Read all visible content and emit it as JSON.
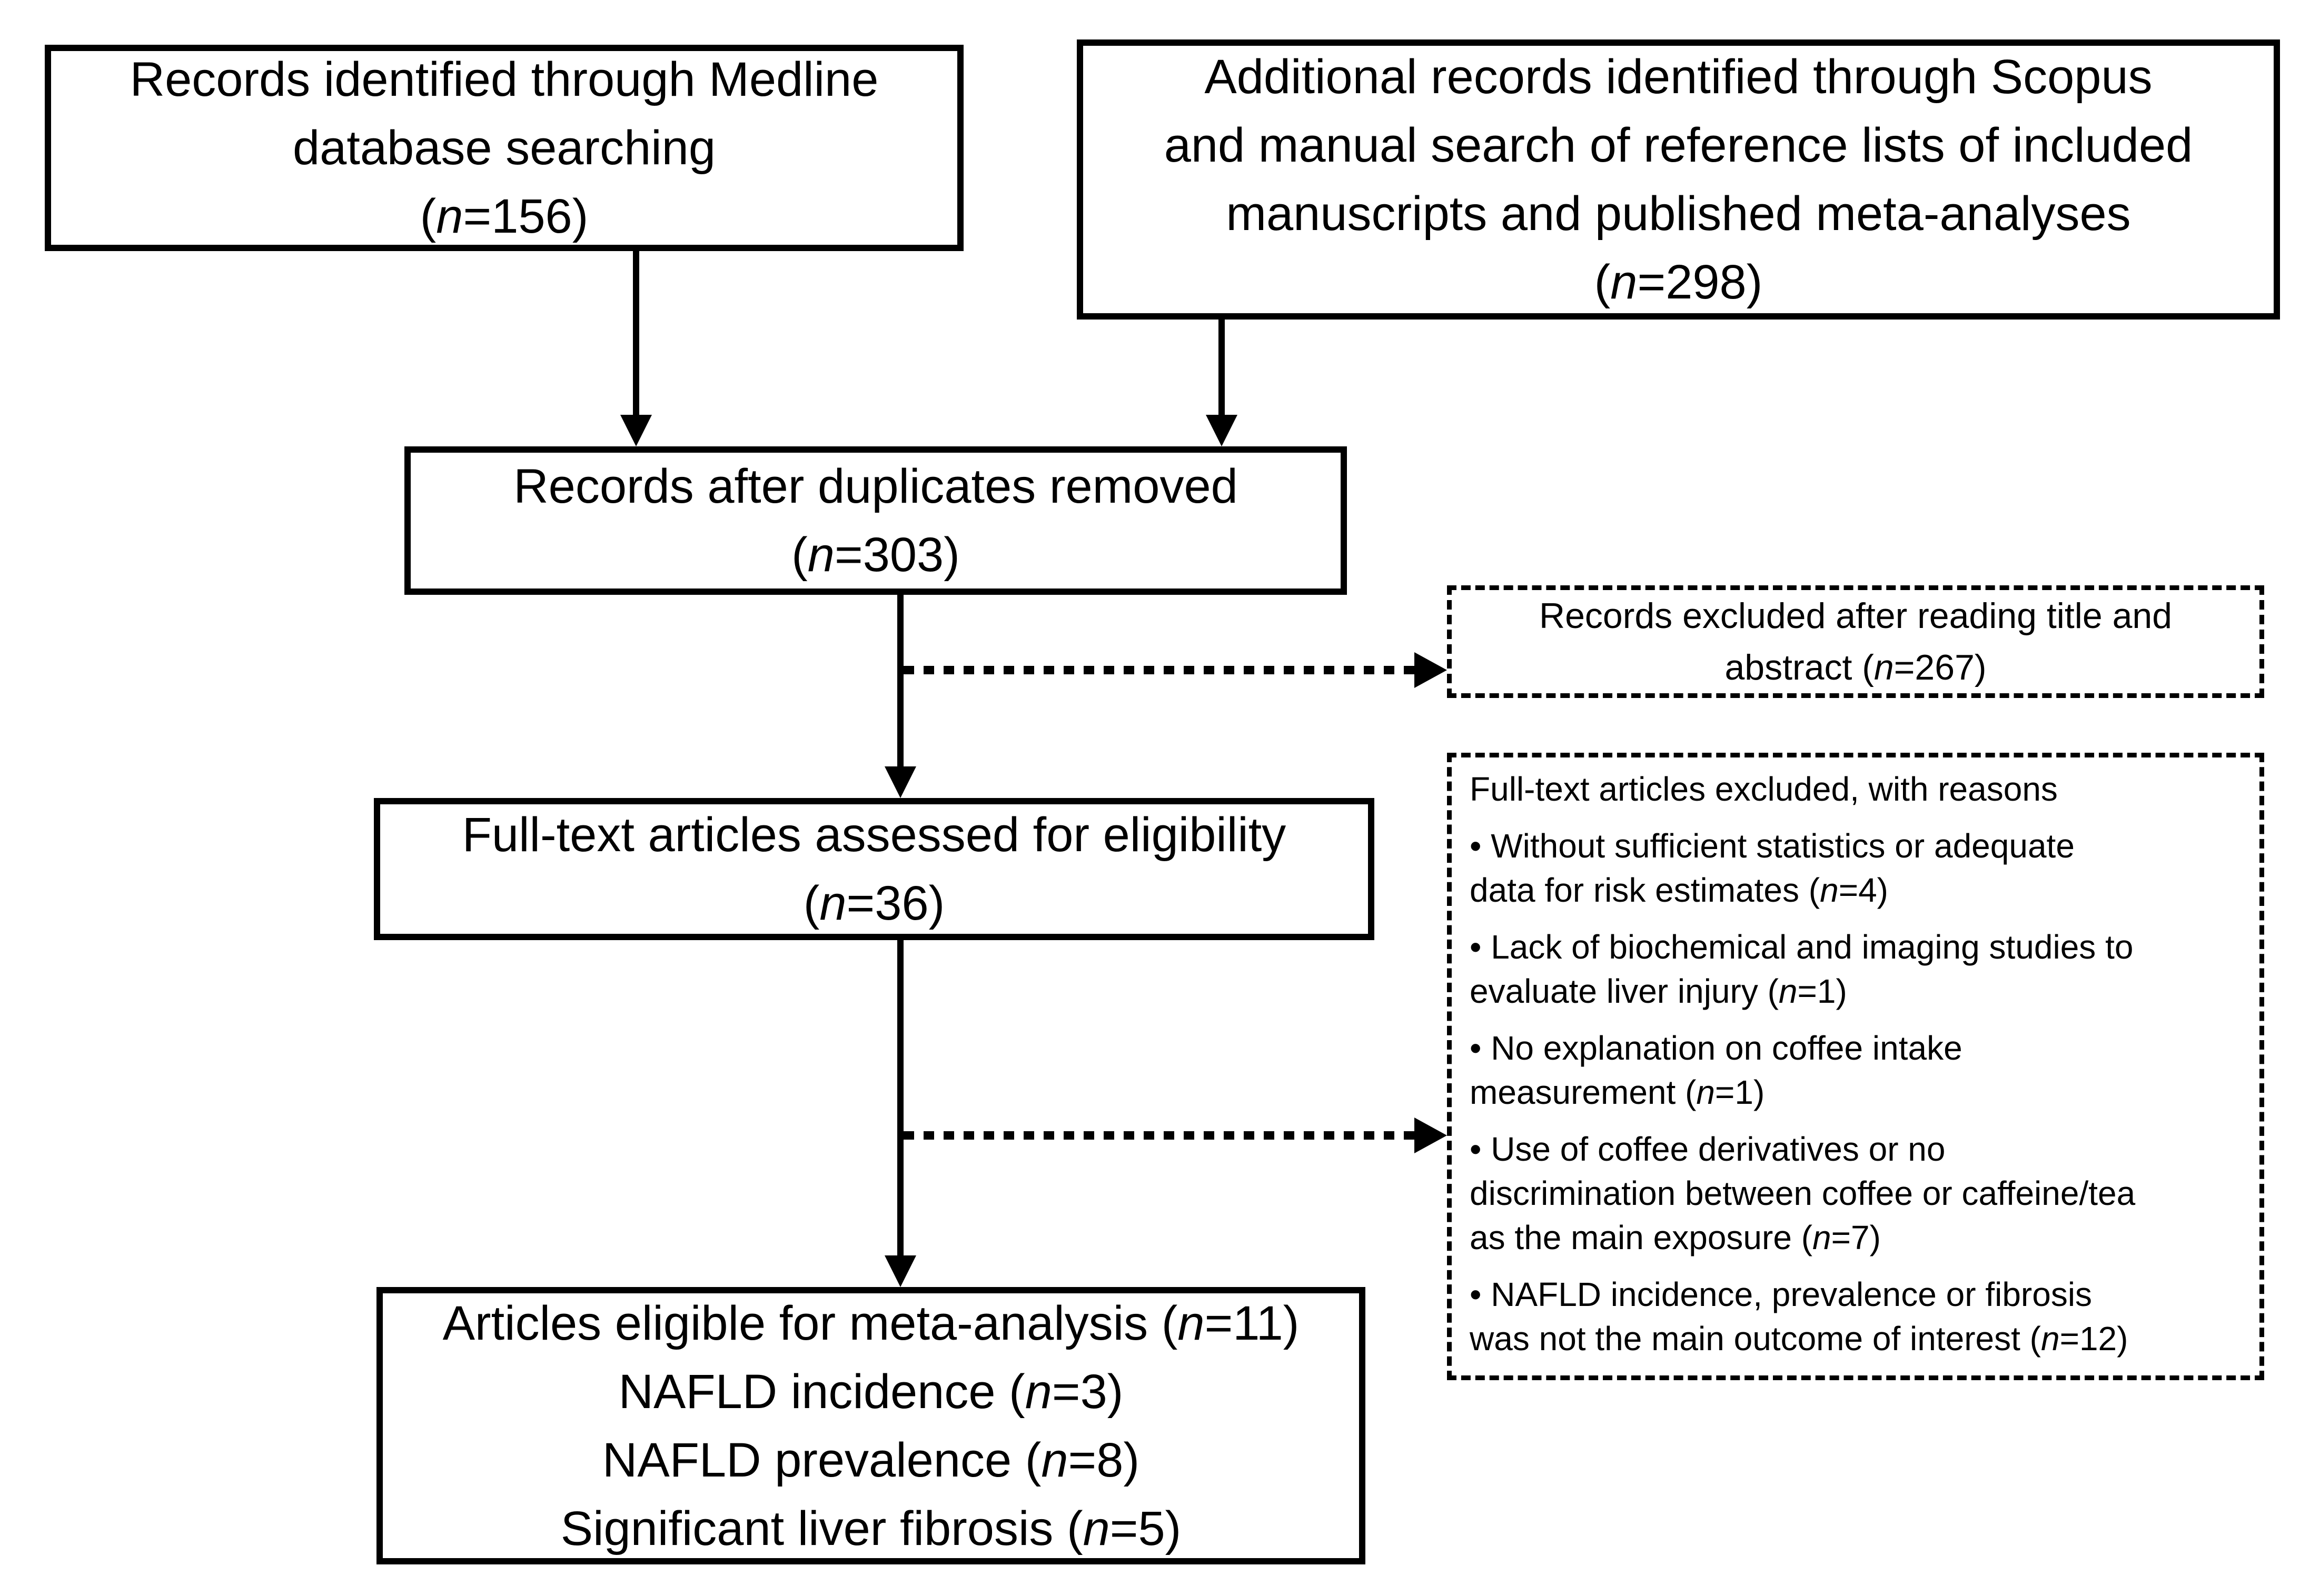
{
  "figure": {
    "colors": {
      "text": "#000000",
      "line": "#000000",
      "background": "#ffffff"
    },
    "boxes": {
      "medline": {
        "lines": [
          "Records identified through Medline",
          "database searching",
          "(n=156)"
        ]
      },
      "scopus": {
        "lines": [
          "Additional records identified through Scopus",
          "and manual search of reference lists of included",
          "manuscripts and published meta-analyses",
          "(n=298)"
        ]
      },
      "duplicates_removed": {
        "lines": [
          "Records after duplicates removed",
          "(n=303)"
        ]
      },
      "records_excluded": {
        "lines": [
          "Records excluded after reading title and",
          "abstract (n=267)"
        ]
      },
      "fulltext_assessed": {
        "lines": [
          "Full-text articles assessed for eligibility",
          "(n=36)"
        ]
      },
      "fulltext_excluded": {
        "title": "Full-text articles excluded, with reasons",
        "reasons": [
          [
            "• Without sufficient statistics or adequate",
            "data for risk estimates (n=4)"
          ],
          [
            "• Lack of biochemical and imaging studies to",
            "evaluate liver injury (n=1)"
          ],
          [
            "• No explanation on coffee intake",
            "measurement (n=1)"
          ],
          [
            "• Use of coffee derivatives or no",
            "discrimination between coffee or caffeine/tea",
            "as the main exposure (n=7)"
          ],
          [
            "• NAFLD incidence, prevalence or fibrosis",
            "was not the main outcome of interest (n=12)"
          ]
        ]
      },
      "eligible": {
        "lines": [
          "Articles eligible for meta-analysis (n=11)",
          "NAFLD incidence (n=3)",
          "NAFLD prevalence (n=8)",
          "Significant liver fibrosis (n=5)"
        ]
      }
    }
  }
}
